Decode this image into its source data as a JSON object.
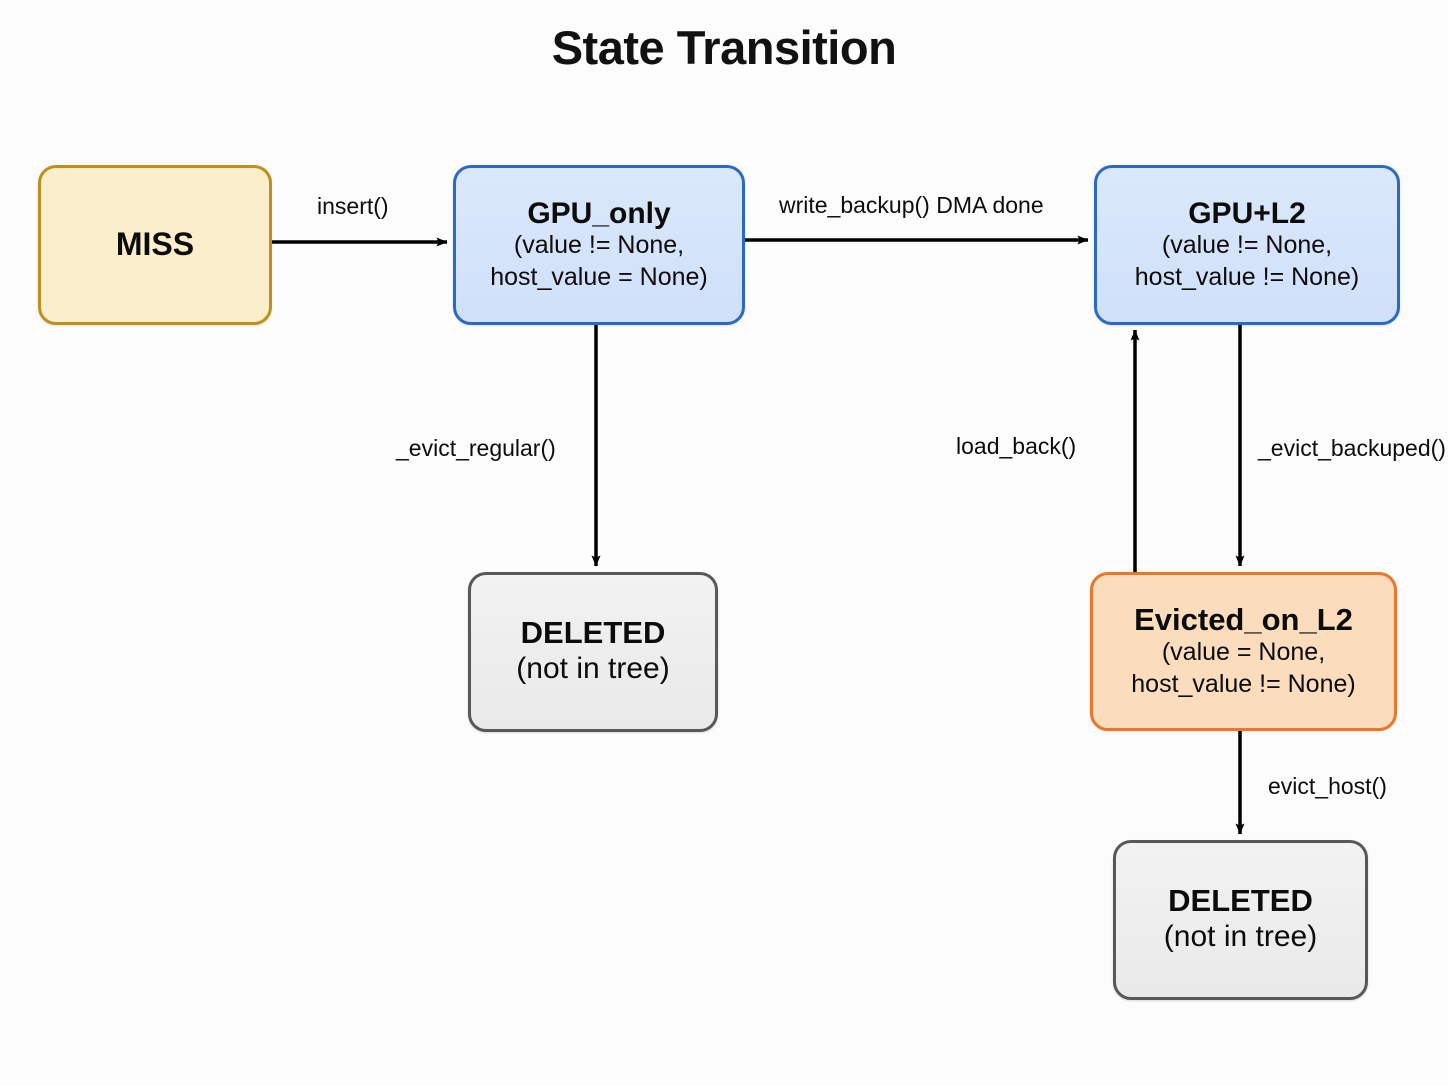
{
  "title": "State Transition",
  "colors": {
    "background": "#fcfcfc",
    "miss_fill": "#fbeecb",
    "miss_border": "#bf8f1e",
    "state_fill": "#d6e4f7",
    "state_border": "#2a69c4",
    "evicted_fill": "#fbdcbd",
    "evicted_border": "#e8762c",
    "deleted_fill": "#efefef",
    "deleted_border": "#585858",
    "edge": "#000000"
  },
  "nodes": [
    {
      "id": "miss",
      "title": "MISS",
      "sub": []
    },
    {
      "id": "gpu_only",
      "title": "GPU_only",
      "sub": [
        "(value != None,",
        "host_value = None)"
      ]
    },
    {
      "id": "gpu_l2",
      "title": "GPU+L2",
      "sub": [
        "(value != None,",
        "host_value != None)"
      ]
    },
    {
      "id": "deleted_left",
      "title": "DELETED",
      "sub": [
        "(not in tree)"
      ]
    },
    {
      "id": "evicted_on_l2",
      "title": "Evicted_on_L2",
      "sub": [
        "(value = None,",
        "host_value != None)"
      ]
    },
    {
      "id": "deleted_right",
      "title": "DELETED",
      "sub": [
        "(not in tree)"
      ]
    }
  ],
  "edges": [
    {
      "id": "insert",
      "label": "insert()",
      "from": "miss",
      "to": "gpu_only"
    },
    {
      "id": "write_backup",
      "label": "write_backup() DMA done",
      "from": "gpu_only",
      "to": "gpu_l2"
    },
    {
      "id": "evict_regular",
      "label": "_evict_regular()",
      "from": "gpu_only",
      "to": "deleted_left"
    },
    {
      "id": "load_back",
      "label": "load_back()",
      "from": "evicted_on_l2",
      "to": "gpu_l2"
    },
    {
      "id": "evict_backuped",
      "label": "_evict_backuped()",
      "from": "gpu_l2",
      "to": "evicted_on_l2"
    },
    {
      "id": "evict_host",
      "label": "evict_host()",
      "from": "evicted_on_l2",
      "to": "deleted_right"
    }
  ]
}
